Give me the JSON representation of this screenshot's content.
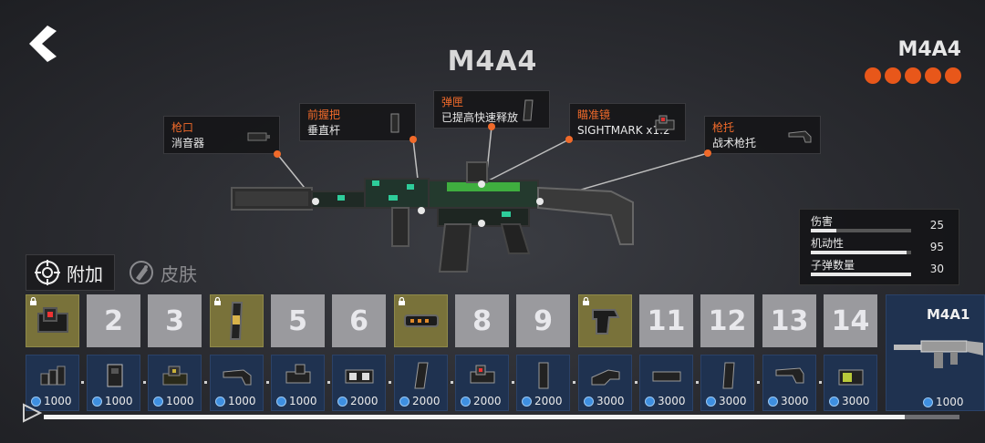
{
  "header": {
    "weapon_title": "M4A4",
    "corner_name": "M4A4",
    "level_dots": 5,
    "accent": "#e8571a"
  },
  "attachments": [
    {
      "name": "枪口",
      "value": "消音器",
      "icon": "suppressor-icon"
    },
    {
      "name": "前握把",
      "value": "垂直杆",
      "icon": "vertical-grip-icon"
    },
    {
      "name": "弹匣",
      "value": "已提高快速释放",
      "icon": "magazine-icon"
    },
    {
      "name": "瞄准镜",
      "value": "SIGHTMARK x1.2",
      "icon": "red-dot-sight-icon"
    },
    {
      "name": "枪托",
      "value": "战术枪托",
      "icon": "tactical-stock-icon"
    }
  ],
  "stats": [
    {
      "label": "伤害",
      "value": "25",
      "level": 0.25
    },
    {
      "label": "机动性",
      "value": "95",
      "level": 0.95
    },
    {
      "label": "子弹数量",
      "value": "30",
      "level": 1.0
    }
  ],
  "tabs": {
    "attach": "附加",
    "skin": "皮肤"
  },
  "slots": [
    {
      "type": "item",
      "icon": "red-dot-sight-icon",
      "locked": true
    },
    {
      "type": "num",
      "label": "2"
    },
    {
      "type": "num",
      "label": "3"
    },
    {
      "type": "item",
      "icon": "magazine-icon",
      "locked": true
    },
    {
      "type": "num",
      "label": "5"
    },
    {
      "type": "num",
      "label": "6"
    },
    {
      "type": "item",
      "icon": "grip-icon",
      "locked": true
    },
    {
      "type": "num",
      "label": "8"
    },
    {
      "type": "num",
      "label": "9"
    },
    {
      "type": "item",
      "icon": "angled-grip-icon",
      "locked": true
    },
    {
      "type": "num",
      "label": "11"
    },
    {
      "type": "num",
      "label": "12"
    },
    {
      "type": "num",
      "label": "13"
    },
    {
      "type": "num",
      "label": "14"
    }
  ],
  "shop": [
    {
      "price": "1000",
      "icon": "compensator-icon"
    },
    {
      "price": "1000",
      "icon": "grip-stock-icon"
    },
    {
      "price": "1000",
      "icon": "holo-sight-icon"
    },
    {
      "price": "1000",
      "icon": "stock-icon"
    },
    {
      "price": "1000",
      "icon": "scope-mount-icon"
    },
    {
      "price": "2000",
      "icon": "twin-sight-icon"
    },
    {
      "price": "2000",
      "icon": "curved-magazine-icon"
    },
    {
      "price": "2000",
      "icon": "red-sight-icon"
    },
    {
      "price": "2000",
      "icon": "straight-magazine-icon"
    },
    {
      "price": "3000",
      "icon": "folding-stock-icon"
    },
    {
      "price": "3000",
      "icon": "barrel-icon"
    },
    {
      "price": "3000",
      "icon": "long-magazine-icon"
    },
    {
      "price": "3000",
      "icon": "heavy-stock-icon"
    },
    {
      "price": "3000",
      "icon": "green-sight-icon"
    }
  ],
  "next_weapon": {
    "name": "M4A1",
    "price": "1000",
    "icon": "rifle-icon"
  },
  "progress": 0.94
}
